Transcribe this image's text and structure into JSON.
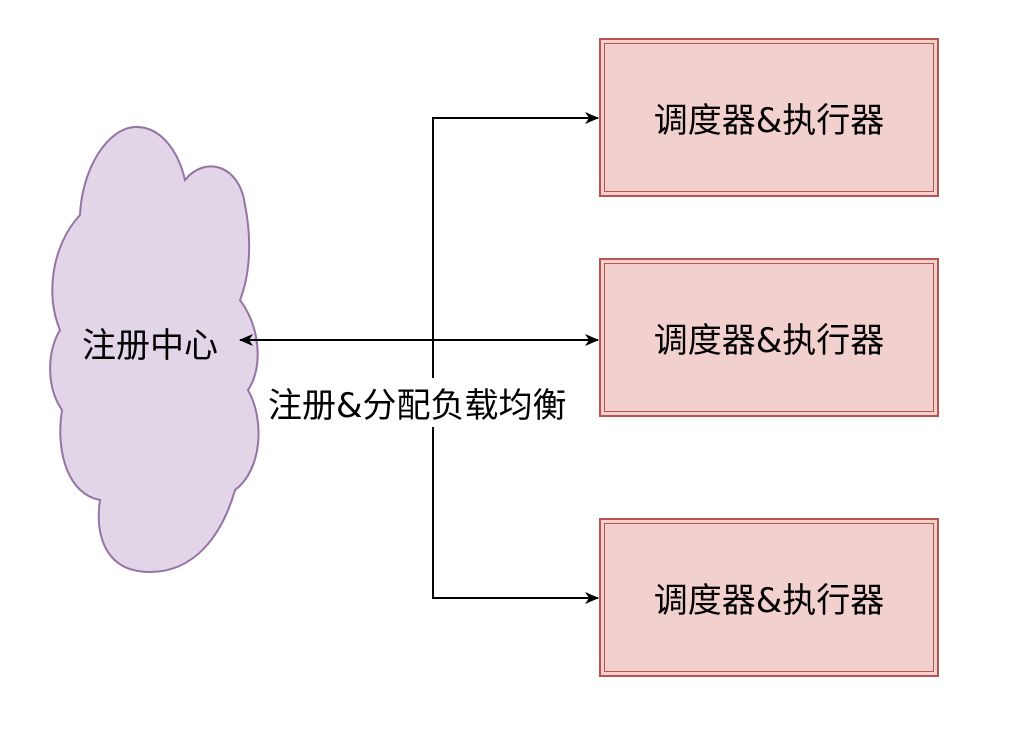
{
  "diagram": {
    "registry": {
      "label": "注册中心",
      "fill": "#e1d5e7",
      "stroke": "#9673a6"
    },
    "nodes": [
      {
        "label": "调度器&执行器"
      },
      {
        "label": "调度器&执行器"
      },
      {
        "label": "调度器&执行器"
      }
    ],
    "node_fill": "#f2d0ce",
    "node_stroke": "#b85450",
    "edge_label": "注册&分配负载均衡",
    "edge_color": "#000000"
  }
}
